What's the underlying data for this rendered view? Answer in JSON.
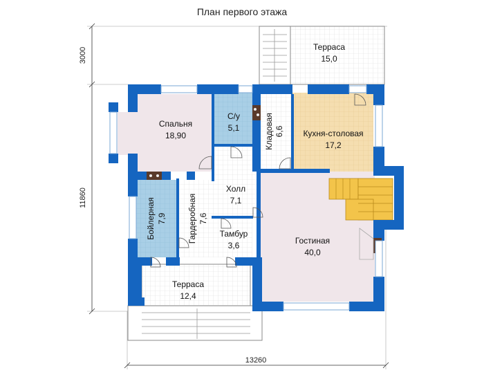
{
  "title": "План первого этажа",
  "dimensions": {
    "width_total": "13260",
    "height_total": "11860",
    "terrace_depth": "3000"
  },
  "rooms": {
    "terrace_top": {
      "name": "Терраса",
      "area": "15,0"
    },
    "bedroom": {
      "name": "Спальня",
      "area": "18,90"
    },
    "bathroom": {
      "name": "С/у",
      "area": "5,1"
    },
    "pantry": {
      "name": "Кладовая",
      "area": "6,6"
    },
    "kitchen": {
      "name": "Кухня-столовая",
      "area": "17,2"
    },
    "boiler": {
      "name": "Бойлерная",
      "area": "7,9"
    },
    "wardrobe": {
      "name": "Гардеробная",
      "area": "7,6"
    },
    "hall": {
      "name": "Холл",
      "area": "7,1"
    },
    "vestibule": {
      "name": "Тамбур",
      "area": "3,6"
    },
    "living": {
      "name": "Гостиная",
      "area": "40,0"
    },
    "terrace_front": {
      "name": "Терраса",
      "area": "12,4"
    }
  },
  "colors": {
    "wall": "#1565c0",
    "bathroom_fill": "#a9cfe6",
    "kitchen_fill": "#f5deb0",
    "bedroom_fill": "#f0e6ea",
    "stair_fill": "#f3c44a",
    "terrace_fill": "#ffffff",
    "grid": "#dcdcdc"
  }
}
